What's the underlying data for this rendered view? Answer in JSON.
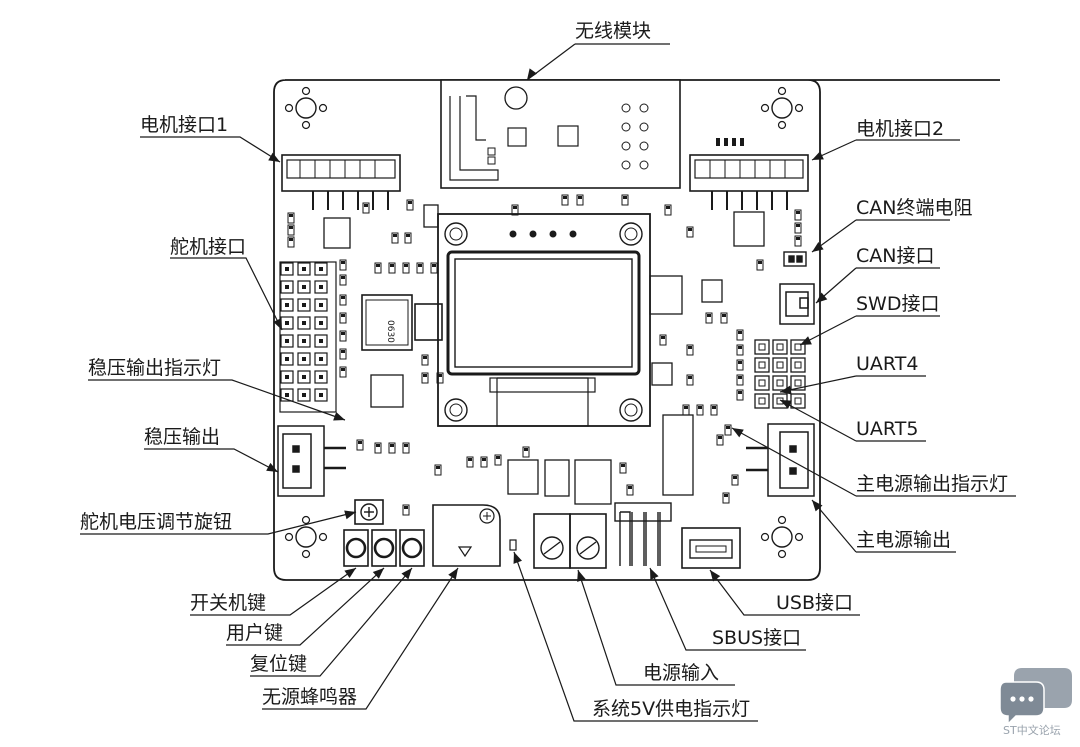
{
  "labels": {
    "wireless_module": "无线模块",
    "motor_port_1": "电机接口1",
    "motor_port_2": "电机接口2",
    "servo_port": "舵机接口",
    "can_resistor": "CAN终端电阻",
    "can_port": "CAN接口",
    "swd_port": "SWD接口",
    "regulator_led": "稳压输出指示灯",
    "uart4": "UART4",
    "regulator_output": "稳压输出",
    "uart5": "UART5",
    "main_power_led": "主电源输出指示灯",
    "servo_voltage_knob": "舵机电压调节旋钮",
    "main_power_output": "主电源输出",
    "power_switch": "开关机键",
    "usb_port": "USB接口",
    "user_key": "用户键",
    "sbus_port": "SBUS接口",
    "reset_key": "复位键",
    "power_input": "电源输入",
    "passive_buzzer": "无源蜂鸣器",
    "sys_5v_led": "系统5V供电指示灯"
  },
  "watermark": {
    "text": "ST中文论坛",
    "icon": "chat-bubble-icon"
  },
  "colors": {
    "line": "#1a1a1a",
    "watermark": "#9aa3ad"
  }
}
